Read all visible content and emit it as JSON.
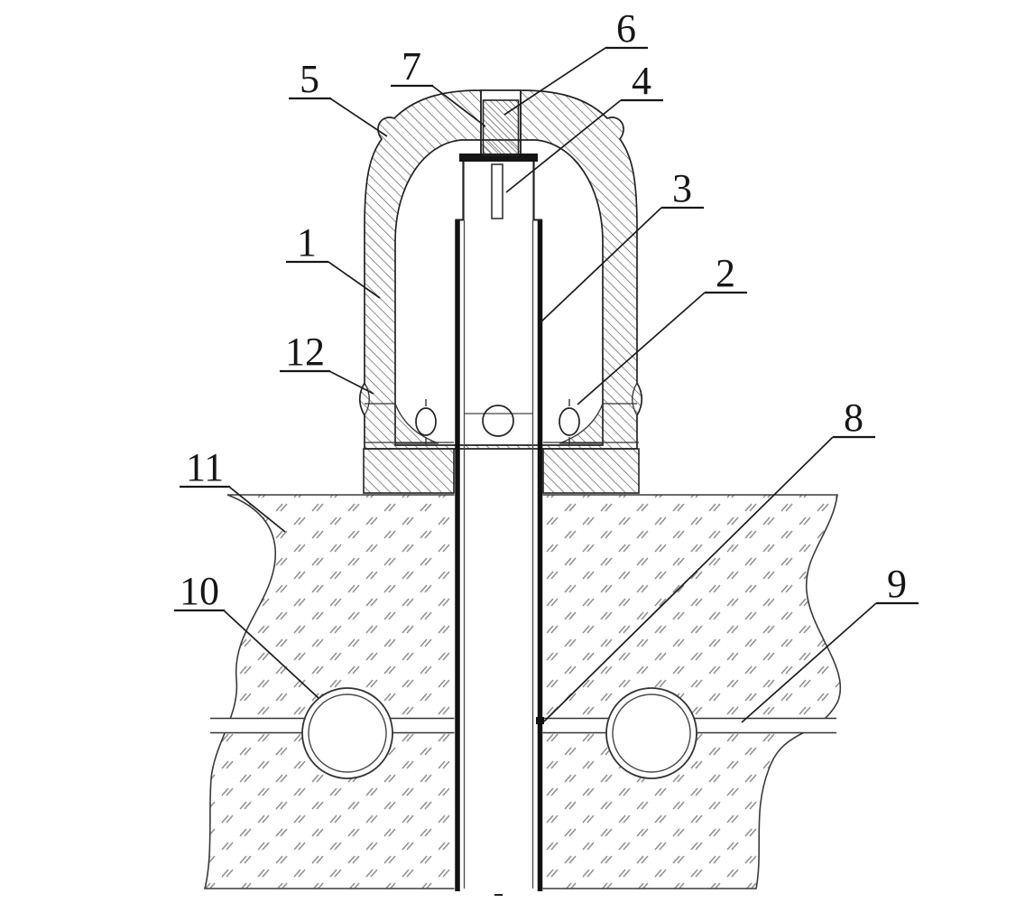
{
  "figure": {
    "type": "patent-cross-section-diagram",
    "background": "#ffffff",
    "line_color": "#1c1c1c",
    "hatch_color": "#4f4f4f",
    "ground_mark_color": "#8f8f8f"
  },
  "labels": [
    {
      "id": "part-1",
      "text": "1"
    },
    {
      "id": "part-2",
      "text": "2"
    },
    {
      "id": "part-3",
      "text": "3"
    },
    {
      "id": "part-4",
      "text": "4"
    },
    {
      "id": "part-5",
      "text": "5"
    },
    {
      "id": "part-6",
      "text": "6"
    },
    {
      "id": "part-7",
      "text": "7"
    },
    {
      "id": "part-8",
      "text": "8"
    },
    {
      "id": "part-9",
      "text": "9"
    },
    {
      "id": "part-10",
      "text": "10"
    },
    {
      "id": "part-11",
      "text": "11"
    },
    {
      "id": "part-12",
      "text": "12"
    }
  ]
}
